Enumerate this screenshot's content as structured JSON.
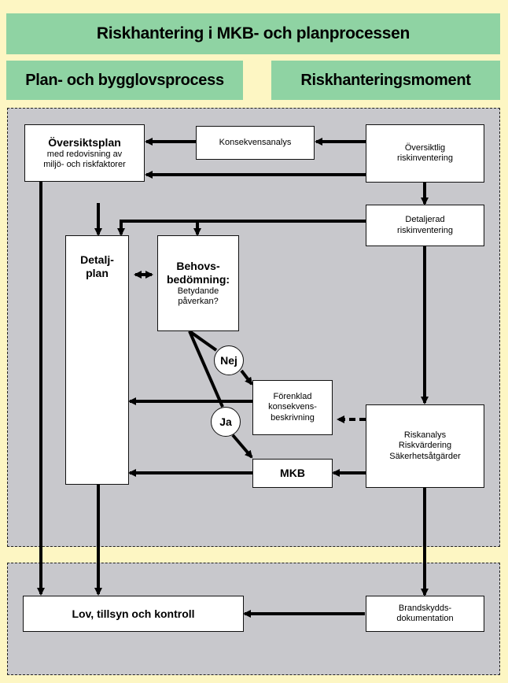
{
  "headers": {
    "main": "Riskhantering i MKB- och planprocessen",
    "left": "Plan- och bygglovsprocess",
    "right": "Riskhanteringsmoment"
  },
  "boxes": {
    "oversiktsplan": {
      "title": "Översiktsplan",
      "sub1": "med redovisning av",
      "sub2": "miljö- och riskfaktorer"
    },
    "konsekvensanalys": {
      "label": "Konsekvensanalys"
    },
    "oversiktlig": {
      "line1": "Översiktlig",
      "line2": "riskinventering"
    },
    "detaljerad": {
      "line1": "Detaljerad",
      "line2": "riskinventering"
    },
    "detaljplan": {
      "line1": "Detalj-",
      "line2": "plan"
    },
    "behov": {
      "line1": "Behovs-",
      "line2": "bedömning:",
      "line3": "Betydande",
      "line4": "påverkan?"
    },
    "forenklad": {
      "line1": "Förenklad",
      "line2": "konsekvens-",
      "line3": "beskrivning"
    },
    "riskanalys": {
      "line1": "Riskanalys",
      "line2": "Riskvärdering",
      "line3": "Säkerhetsåtgärder"
    },
    "mkb": {
      "label": "MKB"
    },
    "lov": {
      "label": "Lov, tillsyn och kontroll"
    },
    "brandskydd": {
      "line1": "Brandskydds-",
      "line2": "dokumentation"
    }
  },
  "decisions": {
    "nej": "Nej",
    "ja": "Ja"
  },
  "colors": {
    "header": "#8fd3a3",
    "background": "#fdf6c3",
    "panel": "#c8c8cc"
  }
}
